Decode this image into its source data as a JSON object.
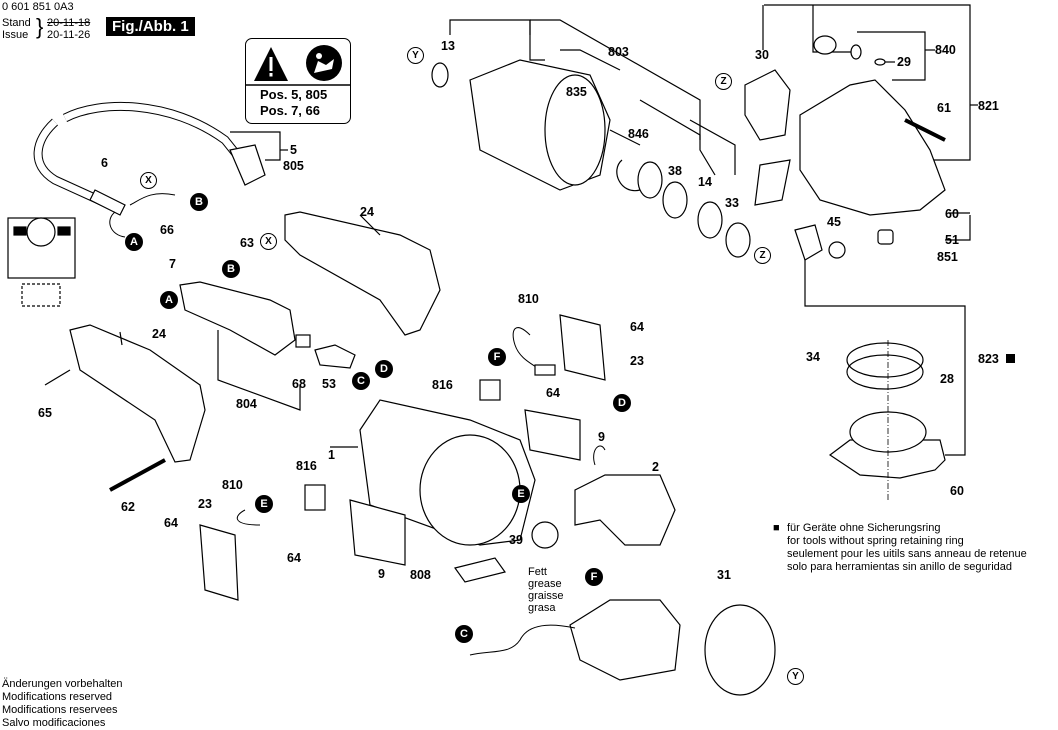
{
  "header": {
    "doc_number": "0 601 851 0A3",
    "stand_label": "Stand",
    "stand_date_struck": "20-11-18",
    "issue_label": "Issue",
    "issue_date": "20-11-26",
    "figure": "Fig./Abb. 1"
  },
  "warning_box": {
    "icons": [
      "warning-triangle-icon",
      "read-manual-icon"
    ],
    "line1": "Pos. 5, 805",
    "line2": "Pos. 7, 66"
  },
  "part_labels": {
    "p13": "13",
    "p803": "803",
    "p835": "835",
    "p846": "846",
    "p38": "38",
    "p14": "14",
    "p33": "33",
    "p30": "30",
    "p840": "840",
    "p29": "29",
    "p61": "61",
    "p821": "821",
    "p60a": "60",
    "p51": "51",
    "p851": "851",
    "p45": "45",
    "p5": "5",
    "p805": "805",
    "p6": "6",
    "p66": "66",
    "p63": "63",
    "p7": "7",
    "p24a": "24",
    "p24b": "24",
    "p68": "68",
    "p53": "53",
    "p804": "804",
    "p65": "65",
    "p62": "62",
    "p810a": "810",
    "p64a": "64",
    "p23a": "23",
    "p816a": "816",
    "p64b": "64",
    "p9a": "9",
    "p1": "1",
    "p816b": "816",
    "p810b": "810",
    "p23b": "23",
    "p64c": "64",
    "p64d": "64",
    "p9b": "9",
    "p808": "808",
    "p39": "39",
    "p2": "2",
    "p31": "31",
    "p34": "34",
    "p28": "28",
    "p823": "823",
    "p60b": "60"
  },
  "connectors": {
    "A": "A",
    "B": "B",
    "C": "C",
    "D": "D",
    "E": "E",
    "F": "F",
    "X": "X",
    "Y": "Y",
    "Z": "Z"
  },
  "grease_note": [
    "Fett",
    "grease",
    "graisse",
    "grasa"
  ],
  "footnote": {
    "marker": "■",
    "lines": [
      "für Geräte ohne Sicherungsring",
      "for tools without spring retaining ring",
      "seulement pour les uitils sans anneau de retenue",
      "solo para herramientas sin anillo de seguridad"
    ]
  },
  "disclaimer": [
    "Änderungen vorbehalten",
    "Modifications reserved",
    "Modifications reservees",
    "Salvo modificaciones"
  ]
}
